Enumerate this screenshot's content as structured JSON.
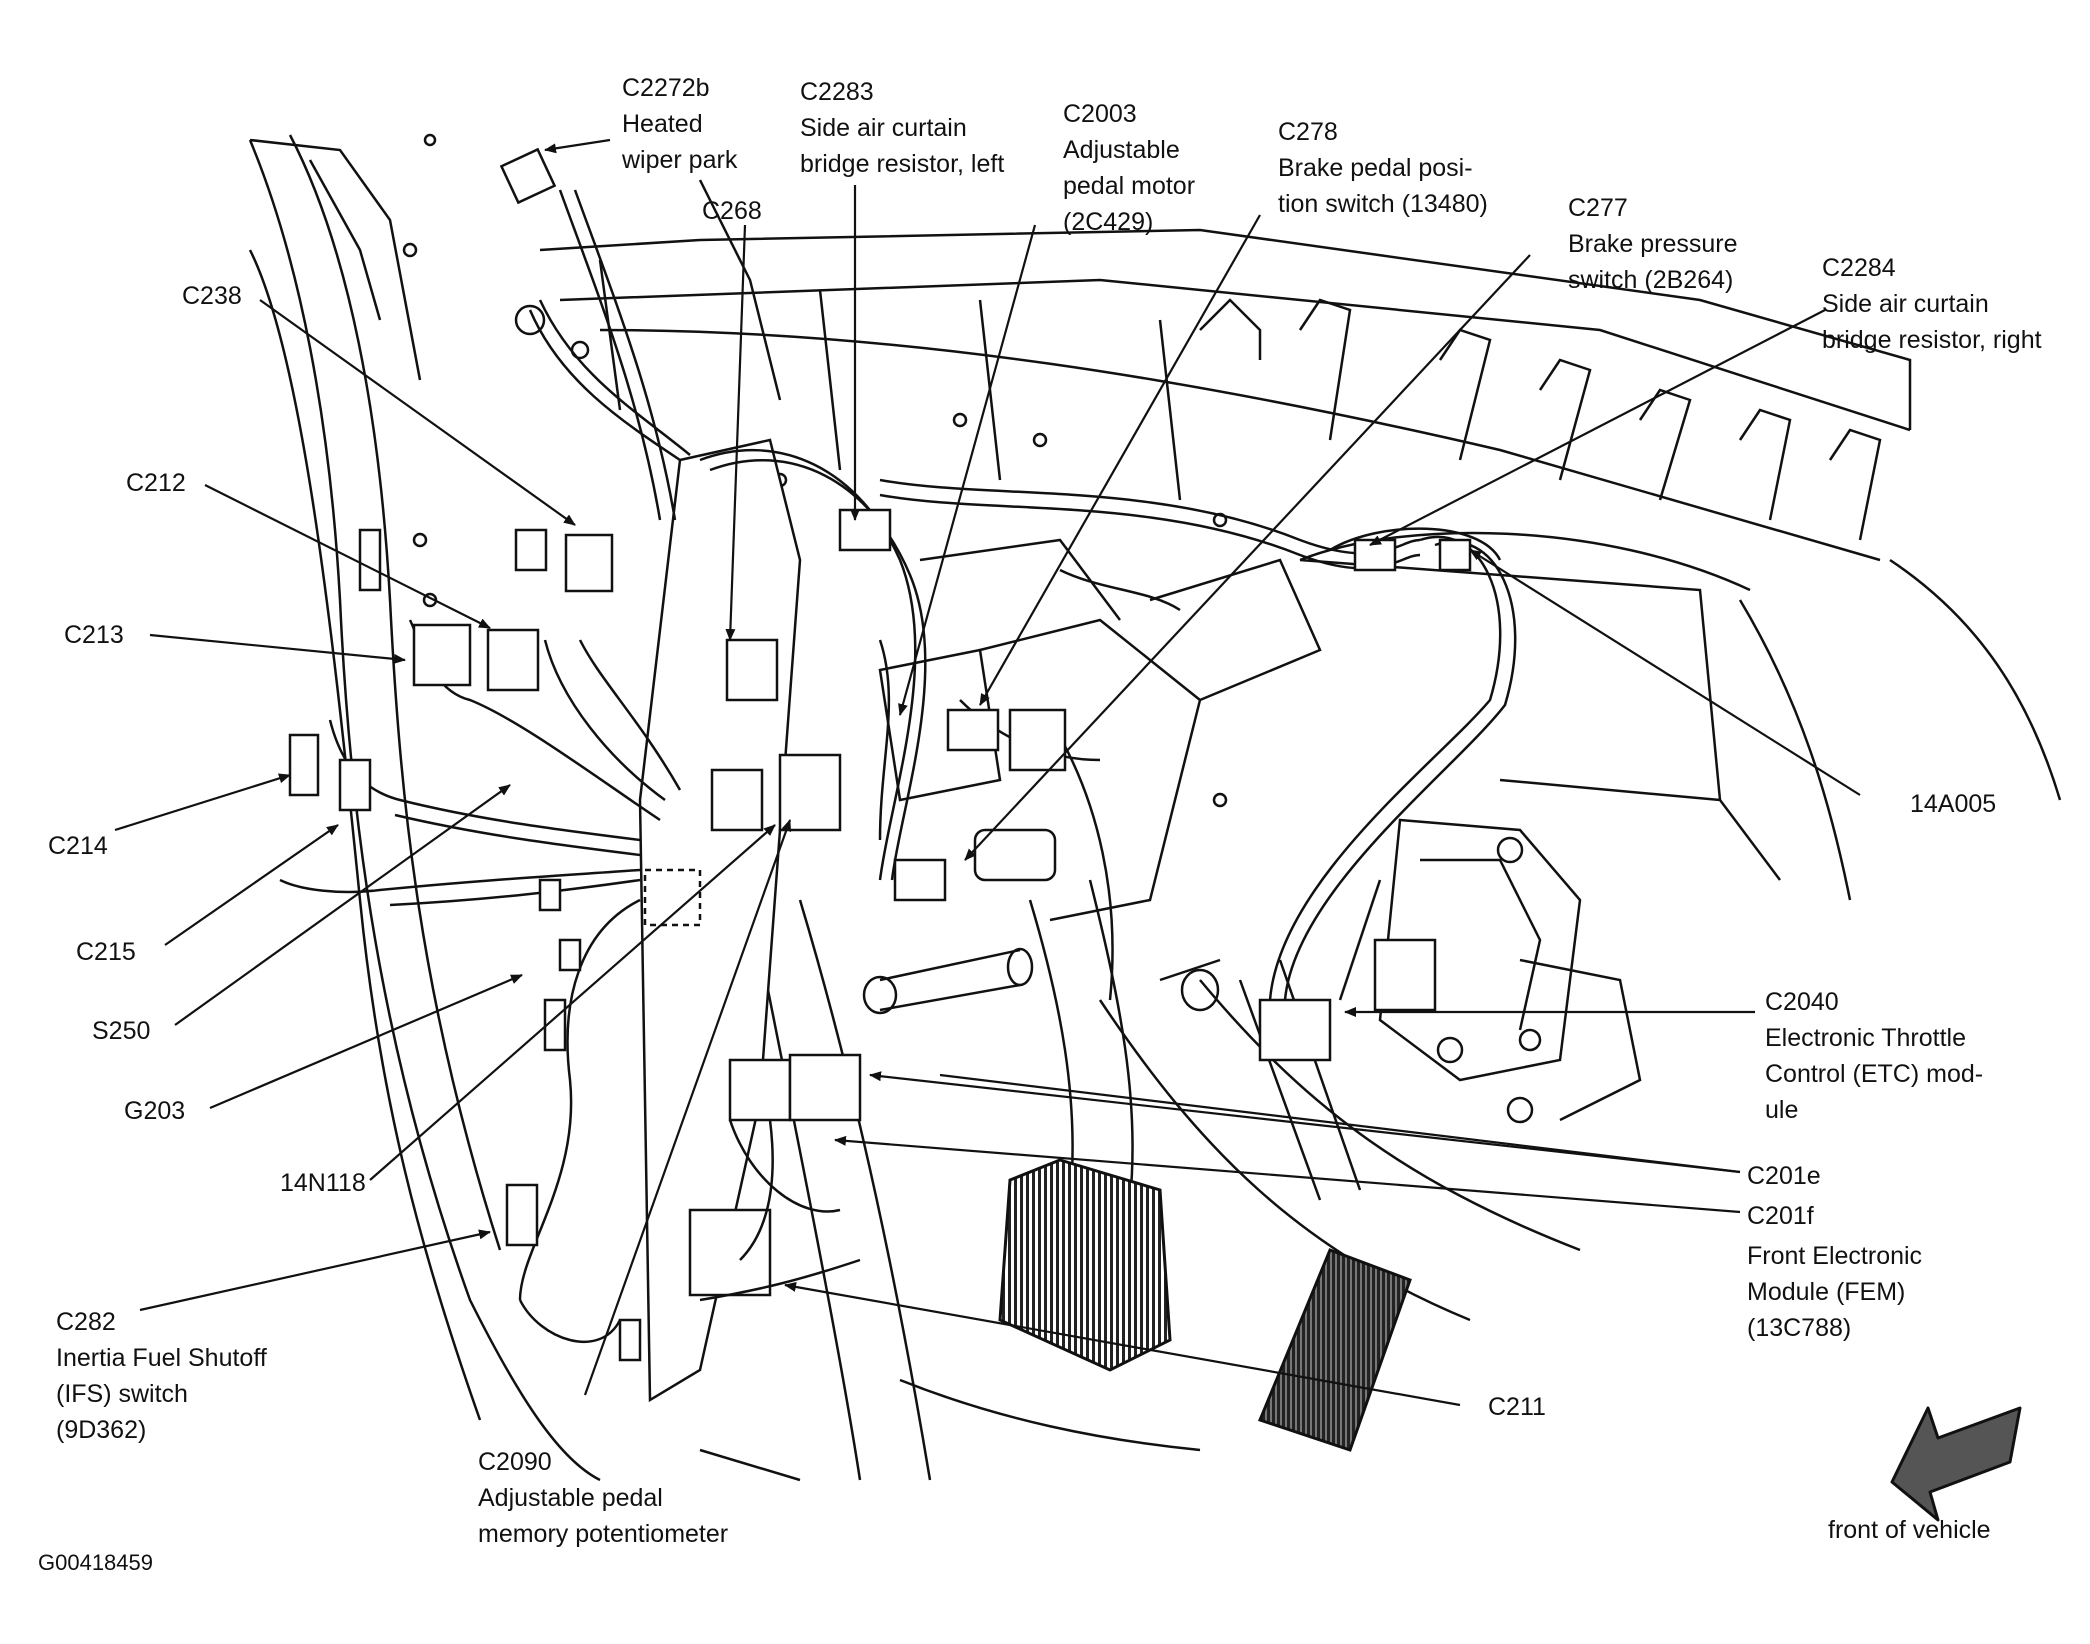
{
  "labels": {
    "c2272b": [
      "C2272b",
      "Heated",
      "wiper park"
    ],
    "c2283": [
      "C2283",
      "Side air curtain",
      "bridge resistor, left"
    ],
    "c2003": [
      "C2003",
      "Adjustable",
      "pedal motor",
      "(2C429)"
    ],
    "c278": [
      "C278",
      "Brake pedal posi-",
      "tion switch (13480)"
    ],
    "c277": [
      "C277",
      "Brake pressure",
      "switch (2B264)"
    ],
    "c2284": [
      "C2284",
      "Side air curtain",
      "bridge resistor, right"
    ],
    "c268": [
      "C268"
    ],
    "c238": [
      "C238"
    ],
    "c212": [
      "C212"
    ],
    "c213": [
      "C213"
    ],
    "c214": [
      "C214"
    ],
    "c215": [
      "C215"
    ],
    "s250": [
      "S250"
    ],
    "g203": [
      "G203"
    ],
    "n14n118": [
      "14N118"
    ],
    "n14a005": [
      "14A005"
    ],
    "c2040": [
      "C2040",
      "Electronic Throttle",
      "Control (ETC) mod-",
      "ule"
    ],
    "c201e": [
      "C201e"
    ],
    "c201f": [
      "C201f"
    ],
    "fem": [
      "Front Electronic",
      "Module (FEM)",
      "(13C788)"
    ],
    "c282": [
      "C282",
      "Inertia Fuel Shutoff",
      "(IFS) switch",
      "(9D362)"
    ],
    "c211": [
      "C211"
    ],
    "c2090": [
      "C2090",
      "Adjustable pedal",
      "memory potentiometer"
    ],
    "front": [
      "front of vehicle"
    ],
    "fig_id": [
      "G00418459"
    ]
  },
  "icons": {
    "direction_arrow": "front-direction-arrow-icon"
  },
  "colors": {
    "ink": "#111111",
    "background": "#ffffff",
    "arrow_fill": "#555555"
  }
}
